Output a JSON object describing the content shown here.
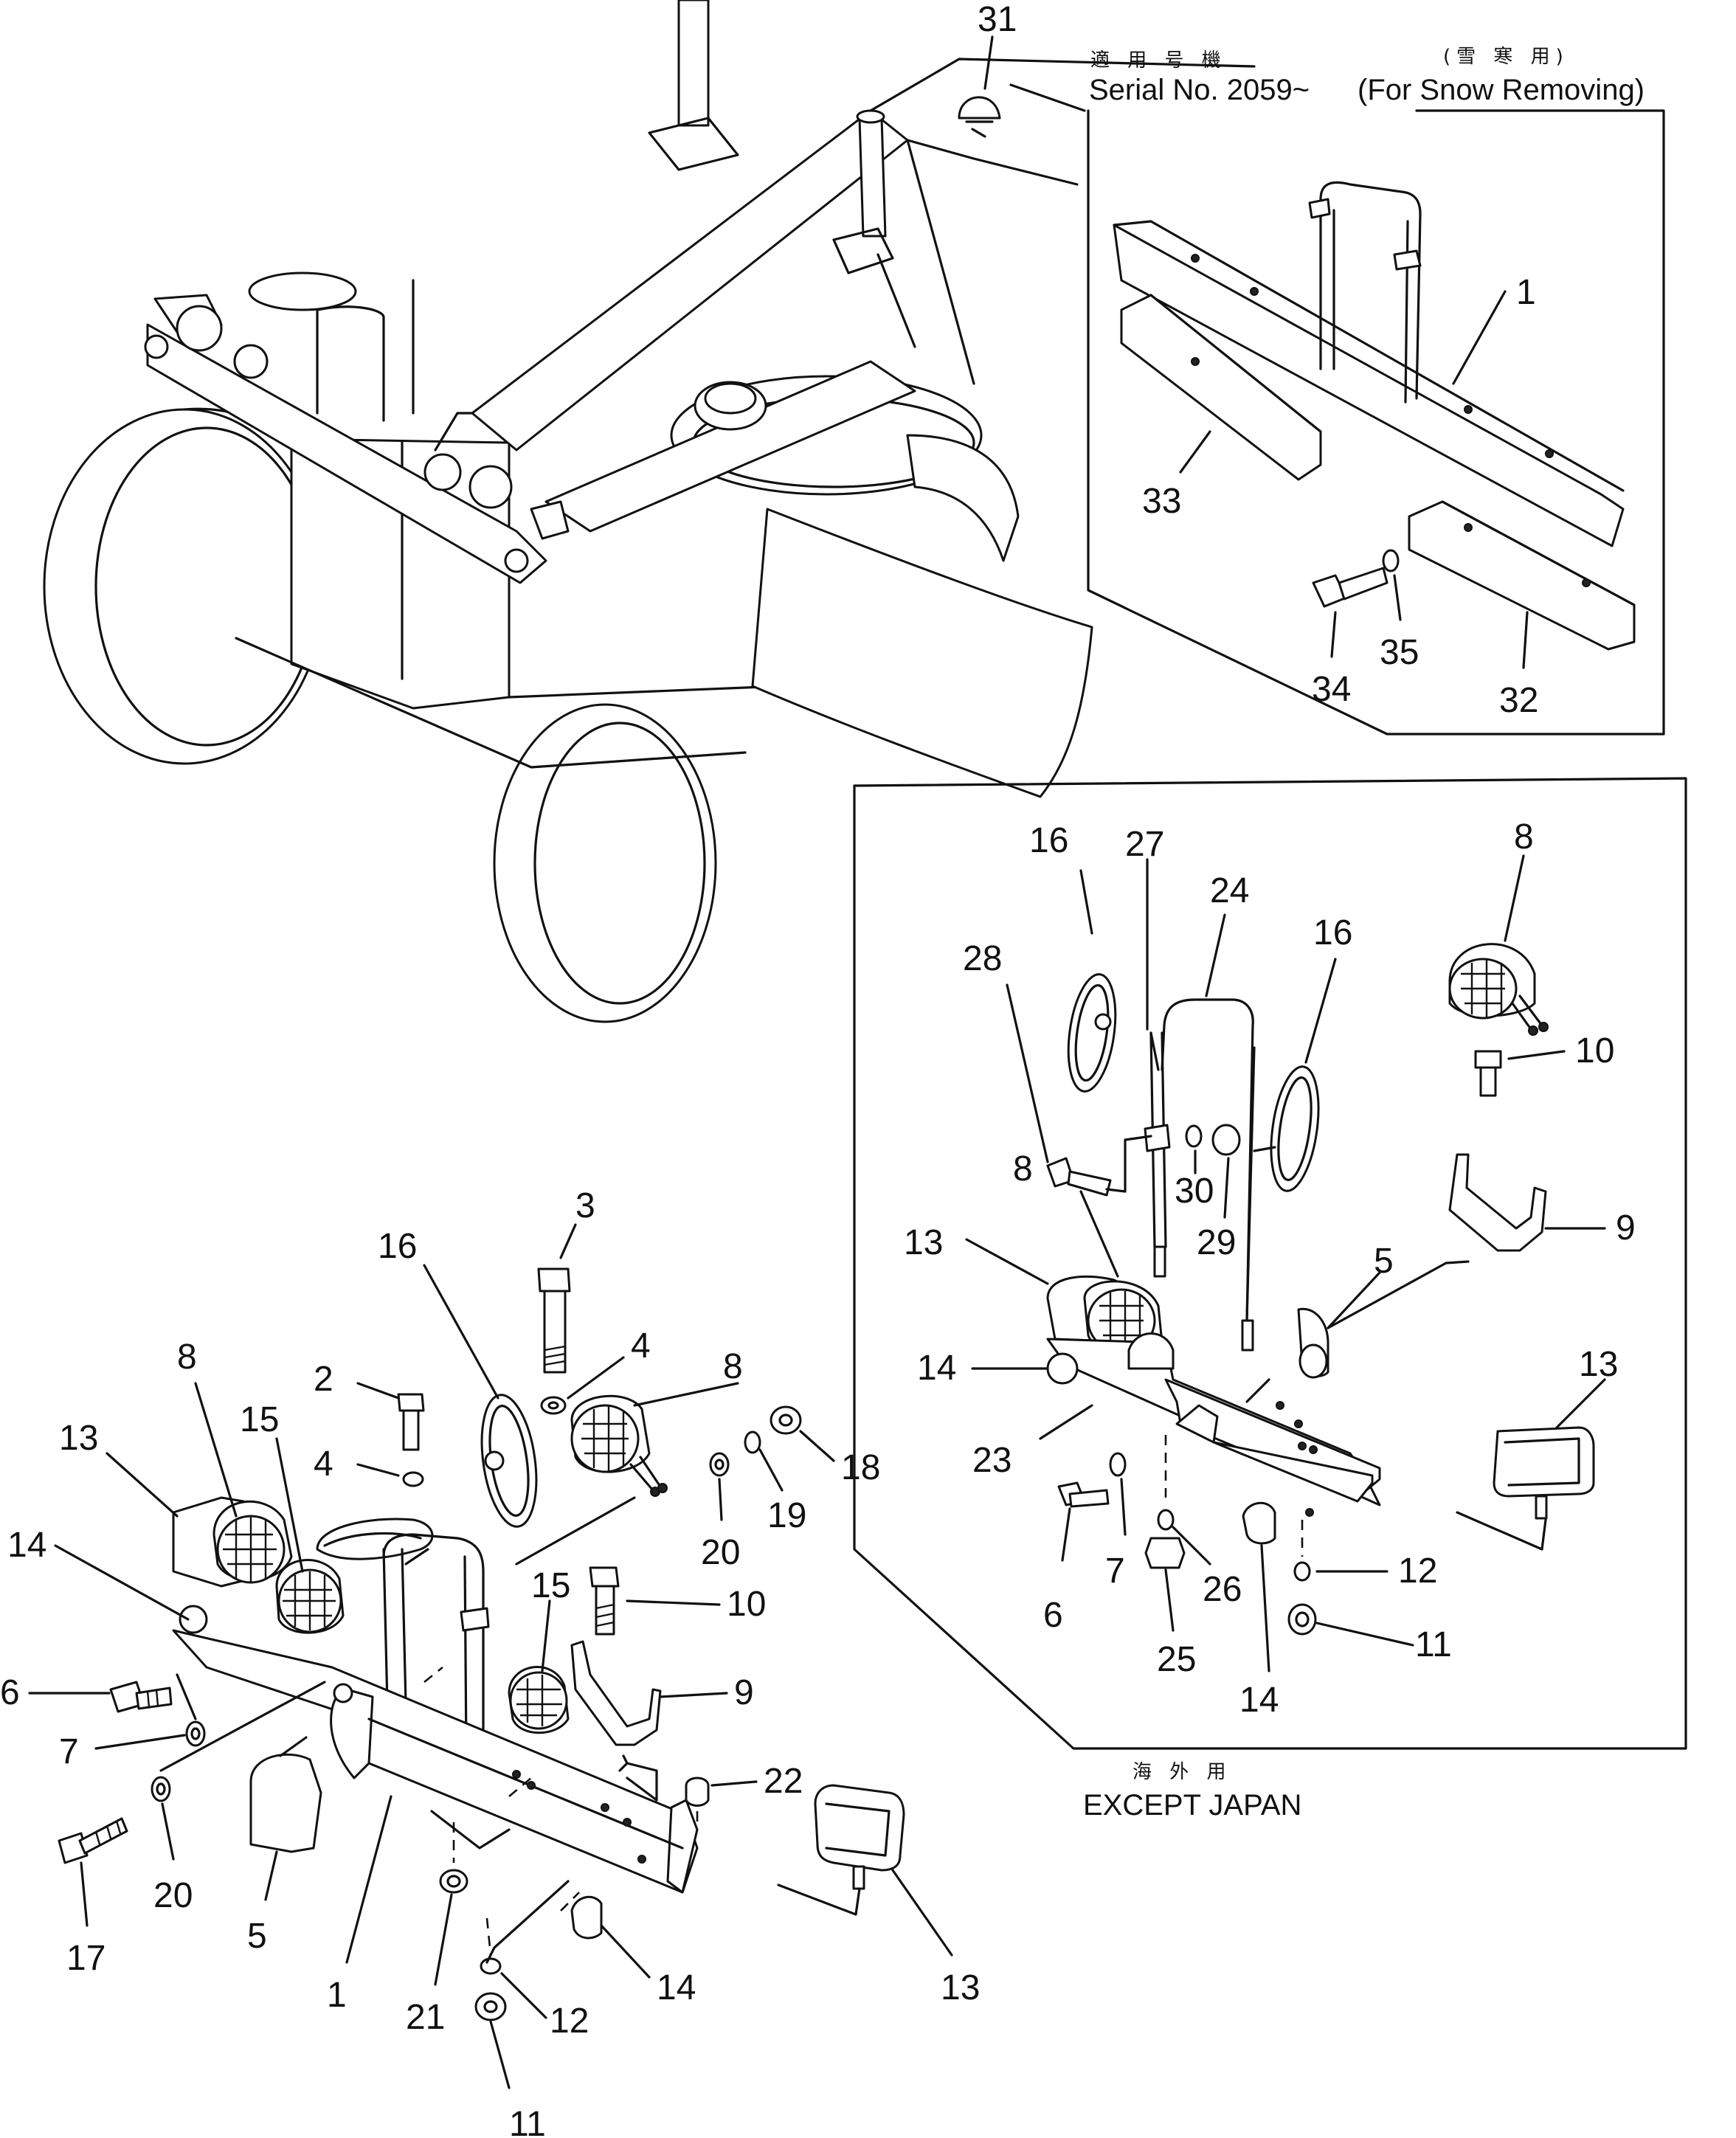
{
  "diagram": {
    "snow_box": {
      "header_jp_serial": "適 用 号 機",
      "header_jp_snow": "(雪 寒 用)",
      "serial_text": "Serial No. 2059~",
      "snow_text": "(For Snow Removing)",
      "callouts": [
        "1",
        "33",
        "34",
        "35",
        "32"
      ]
    },
    "except_box": {
      "caption_jp": "海 外 用",
      "caption_en": "EXCEPT JAPAN",
      "callouts": [
        "16",
        "27",
        "24",
        "8",
        "28",
        "16",
        "10",
        "8",
        "13",
        "30",
        "29",
        "9",
        "5",
        "14",
        "13",
        "23",
        "7",
        "6",
        "26",
        "12",
        "25",
        "14",
        "11"
      ]
    },
    "main_callouts": [
      "31",
      "3",
      "16",
      "2",
      "4",
      "8",
      "13",
      "8",
      "15",
      "4",
      "18",
      "19",
      "20",
      "14",
      "10",
      "15",
      "9",
      "6",
      "7",
      "22",
      "20",
      "17",
      "5",
      "1",
      "21",
      "12",
      "14",
      "13",
      "11"
    ]
  }
}
